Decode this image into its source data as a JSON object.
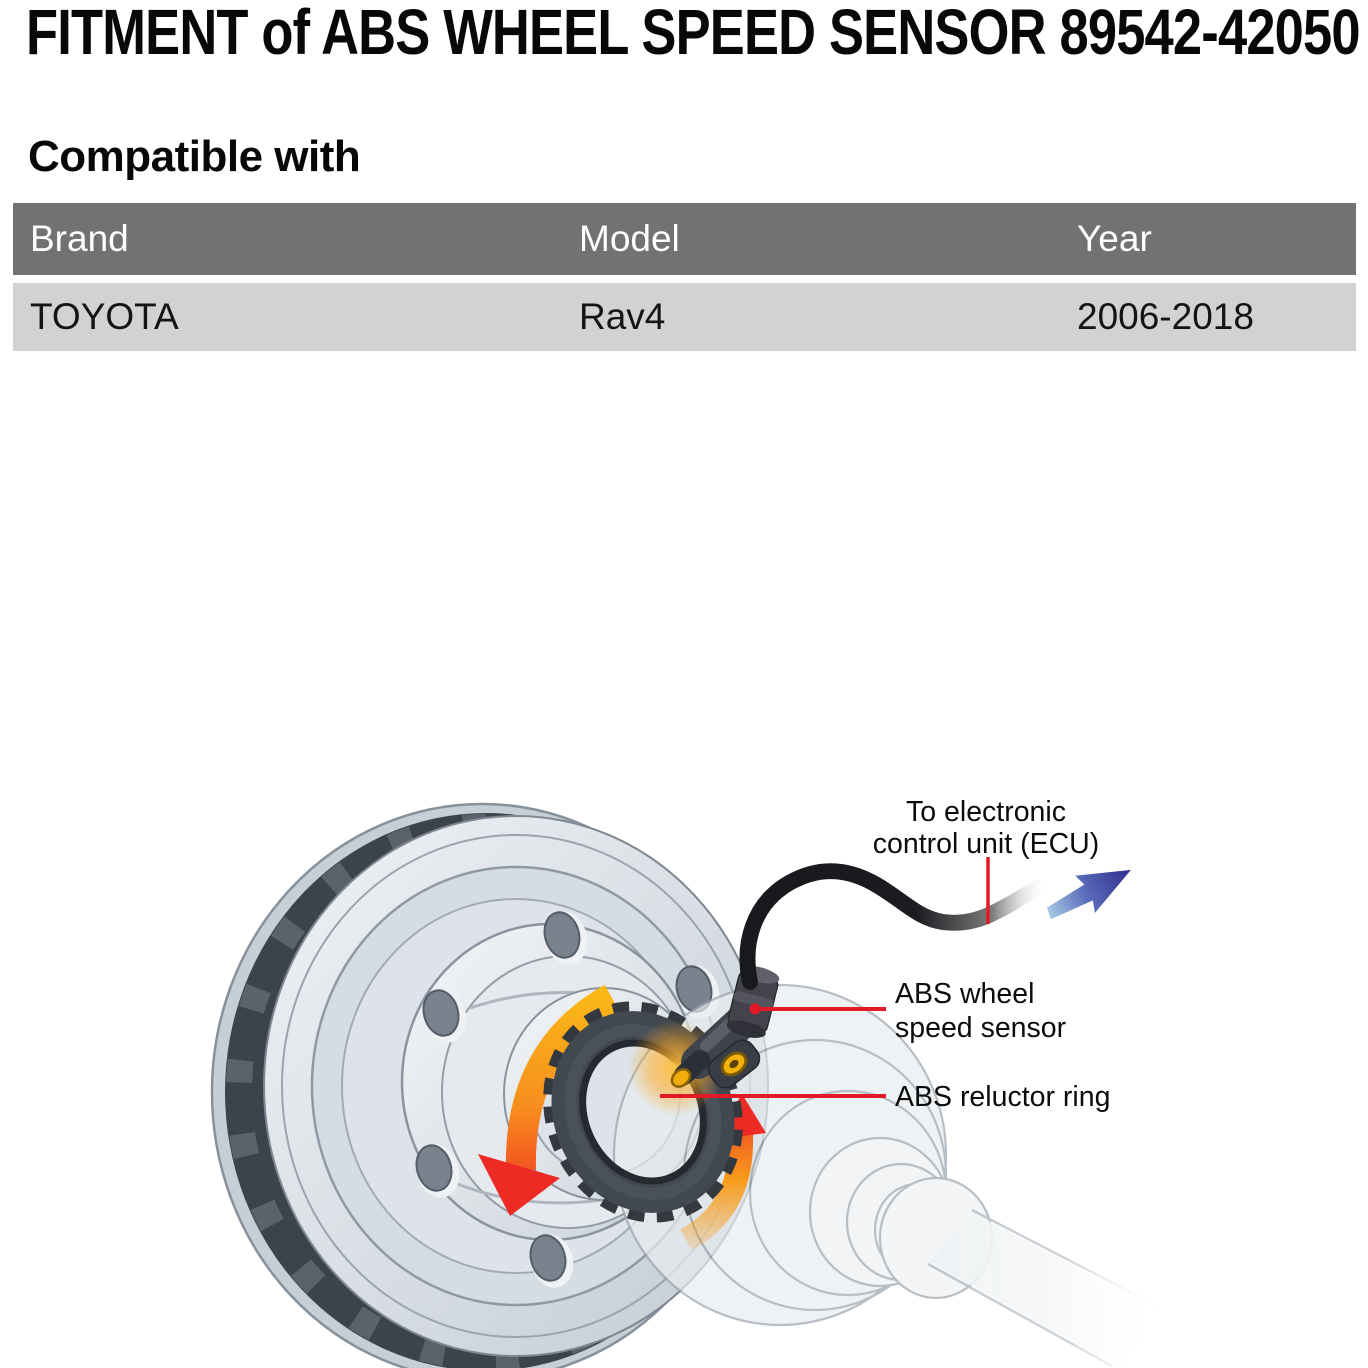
{
  "title": "FITMENT of ABS WHEEL SPEED SENSOR 89542-42050",
  "compatibility": {
    "heading": "Compatible with",
    "columns": {
      "brand": "Brand",
      "model": "Model",
      "year": "Year"
    },
    "rows": [
      {
        "brand": "TOYOTA",
        "model": "Rav4",
        "year": "2006-2018"
      }
    ]
  },
  "diagram": {
    "labels": {
      "ecu_line1": "To electronic",
      "ecu_line2": "control unit (ECU)",
      "sensor_line1": "ABS wheel",
      "sensor_line2": "speed sensor",
      "reluctor": "ABS reluctor ring"
    }
  },
  "colors": {
    "leader_red": "#e11a26",
    "arrow_orange": "#f9a11b",
    "arrow_red": "#ed3024",
    "signal_arrow_blue_dark": "#312d8c",
    "signal_arrow_blue_light": "#a9cbe8",
    "table_header_bg": "#747172",
    "table_row_bg": "#d2d2d2"
  }
}
